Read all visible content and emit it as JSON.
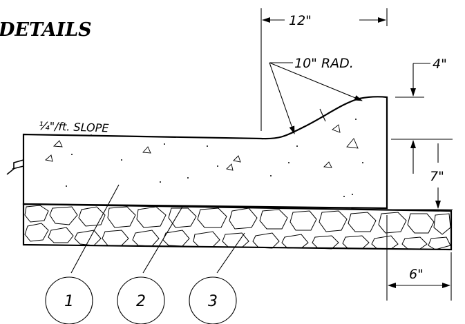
{
  "drawing": {
    "title": "DETAILS",
    "slope_note": "¼\"/ft. SLOPE",
    "dimensions": {
      "top_width": "12\"",
      "radius": "10\" RAD.",
      "lip_height": "4\"",
      "slab_thickness": "7\"",
      "base_extension": "6\""
    },
    "callouts": [
      "1",
      "2",
      "3"
    ]
  }
}
